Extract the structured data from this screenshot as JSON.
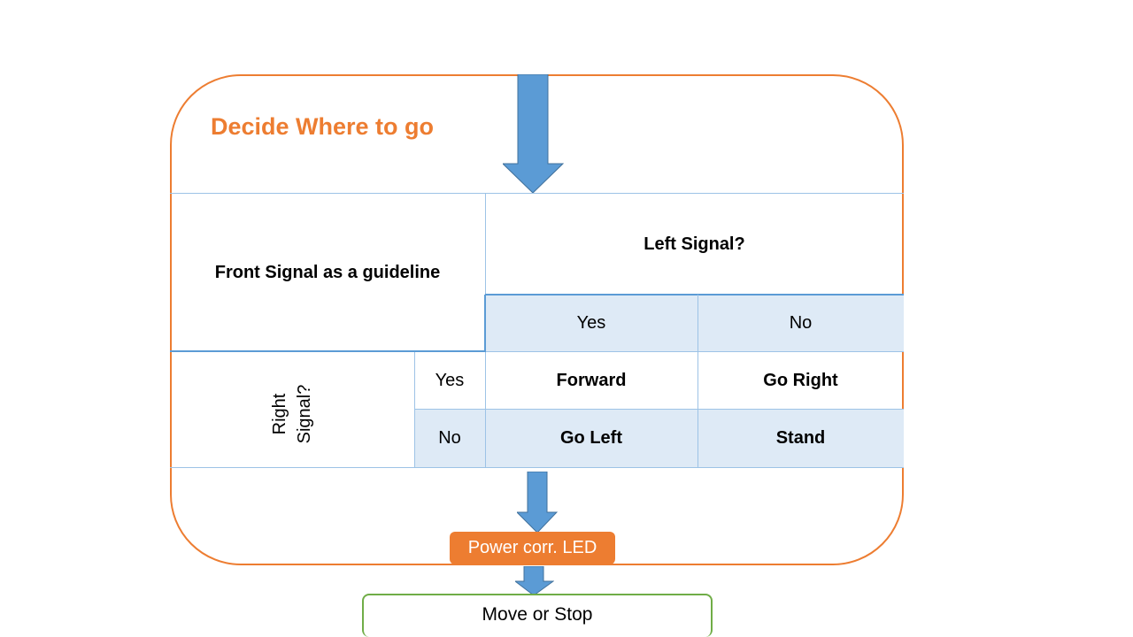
{
  "diagram": {
    "title": "Decide Where to go",
    "table": {
      "corner_label": "Front Signal as a guideline",
      "column_header": "Left Signal?",
      "column_options": [
        "Yes",
        "No"
      ],
      "row_header": "Right\nSignal?",
      "row_options": [
        "Yes",
        "No"
      ],
      "outcomes": [
        [
          "Forward",
          "Go Right"
        ],
        [
          "Go Left",
          "Stand"
        ]
      ]
    },
    "led_box": "Power corr. LED",
    "final_box": "Move or Stop"
  },
  "colors": {
    "frame": "#ED7D31",
    "title": "#ED7D31",
    "arrow": "#5B9BD5",
    "cell_shade": "#DEEAF6",
    "led_box": "#ED7D31",
    "final_box_border": "#70AD47"
  }
}
